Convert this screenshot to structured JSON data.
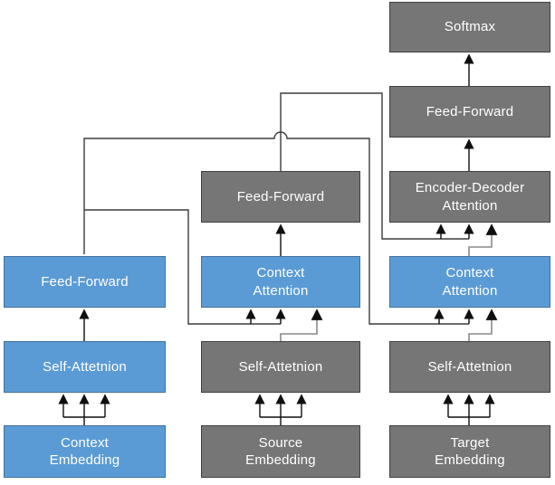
{
  "diagram": {
    "colors": {
      "blue_fill": "#5B9BD5",
      "blue_border": "#41719C",
      "gray_fill": "#767676",
      "gray_border": "#404040",
      "text": "#ffffff",
      "line": "#3c3c3c",
      "elbow_line": "#8a8a8a",
      "arrow": "#0f0f0f",
      "background": "#ffffff"
    },
    "nodes": [
      {
        "id": "softmax",
        "label": "Softmax",
        "color": "gray"
      },
      {
        "id": "feed-forward-right",
        "label": "Feed-Forward",
        "color": "gray"
      },
      {
        "id": "encoder-decoder-attention",
        "label": "Encoder-Decoder\nAttention",
        "color": "gray"
      },
      {
        "id": "context-attention-right",
        "label": "Context\nAttention",
        "color": "blue"
      },
      {
        "id": "self-attention-right",
        "label": "Self-Attetnion",
        "color": "gray"
      },
      {
        "id": "target-embedding",
        "label": "Target\nEmbedding",
        "color": "gray"
      },
      {
        "id": "feed-forward-middle",
        "label": "Feed-Forward",
        "color": "gray"
      },
      {
        "id": "context-attention-middle",
        "label": "Context\nAttention",
        "color": "blue"
      },
      {
        "id": "self-attention-middle",
        "label": "Self-Attetnion",
        "color": "gray"
      },
      {
        "id": "source-embedding",
        "label": "Source\nEmbedding",
        "color": "gray"
      },
      {
        "id": "feed-forward-left",
        "label": "Feed-Forward",
        "color": "blue"
      },
      {
        "id": "self-attention-left",
        "label": "Self-Attetnion",
        "color": "blue"
      },
      {
        "id": "context-embedding",
        "label": "Context\nEmbedding",
        "color": "blue"
      }
    ],
    "edges": [
      {
        "from": "context-embedding",
        "to": "self-attention-left",
        "style": "trident"
      },
      {
        "from": "source-embedding",
        "to": "self-attention-middle",
        "style": "trident"
      },
      {
        "from": "target-embedding",
        "to": "self-attention-right",
        "style": "trident"
      },
      {
        "from": "self-attention-left",
        "to": "feed-forward-left",
        "style": "arrow"
      },
      {
        "from": "context-attention-middle",
        "to": "feed-forward-middle",
        "style": "arrow"
      },
      {
        "from": "encoder-decoder-attention",
        "to": "feed-forward-right",
        "style": "arrow"
      },
      {
        "from": "feed-forward-right",
        "to": "softmax",
        "style": "arrow"
      },
      {
        "from": "feed-forward-left",
        "to": "context-attention-middle",
        "style": "routed, two arrows (keys/values)"
      },
      {
        "from": "feed-forward-left",
        "to": "context-attention-right",
        "style": "routed with line hop, two arrows (keys/values)"
      },
      {
        "from": "feed-forward-middle",
        "to": "encoder-decoder-attention",
        "style": "routed, two arrows (keys/values)"
      },
      {
        "from": "self-attention-middle",
        "to": "context-attention-middle",
        "style": "elbow arrow (query)"
      },
      {
        "from": "self-attention-right",
        "to": "context-attention-right",
        "style": "elbow arrow (query)"
      },
      {
        "from": "context-attention-right",
        "to": "encoder-decoder-attention",
        "style": "elbow arrow (query)"
      }
    ]
  }
}
